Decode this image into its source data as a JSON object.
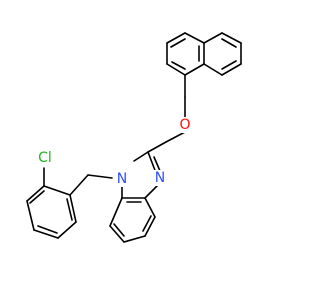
{
  "molecule": {
    "atoms": [
      {
        "id": "O",
        "label": "O",
        "color": "#ff0d0d"
      },
      {
        "id": "N1",
        "label": "N",
        "color": "#3050f8"
      },
      {
        "id": "N3",
        "label": "N",
        "color": "#3050f8"
      },
      {
        "id": "Cl",
        "label": "Cl",
        "color": "#1fb51f"
      }
    ]
  }
}
